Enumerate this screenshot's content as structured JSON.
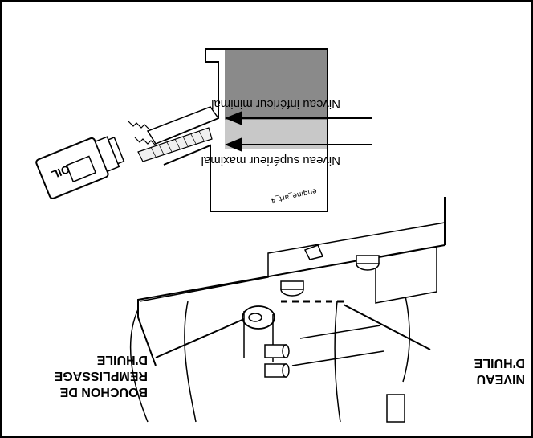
{
  "labels": {
    "niveau_inferieur": "Niveau inférieur minimal",
    "niveau_superieur": "Niveau supérieur maximal",
    "niveau_huile_line1": "NIVEAU",
    "niveau_huile_line2": "D'HUILE",
    "bouchon_line1": "BOUCHON DE",
    "bouchon_line2": "REMPLISSAGE",
    "bouchon_line3": "D'HUILE",
    "cap_marking": "OIL",
    "figure_code": "engine_art_4"
  },
  "colors": {
    "oil_upper": "#8a8a8a",
    "oil_lower": "#c8c8c8",
    "line": "#000000"
  }
}
